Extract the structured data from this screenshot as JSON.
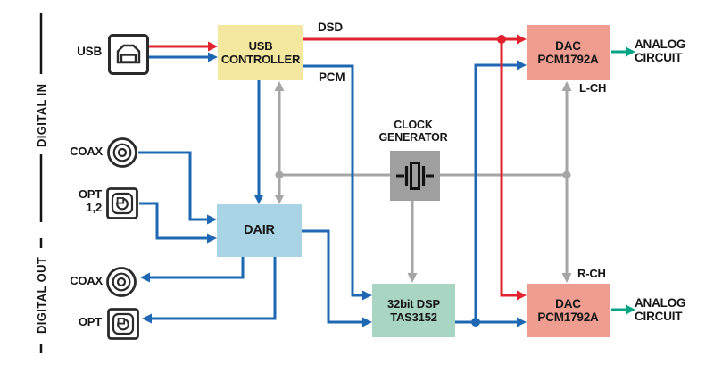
{
  "rail": {
    "digital_in": "DIGITAL IN",
    "digital_out": "DIGITAL OUT"
  },
  "connectors": {
    "usb": "USB",
    "coax_in": "COAX",
    "opt_in_line1": "OPT",
    "opt_in_line2": "1,2",
    "coax_out": "COAX",
    "opt_out": "OPT"
  },
  "blocks": {
    "usb_controller_line1": "USB",
    "usb_controller_line2": "CONTROLLER",
    "dair": "DAIR",
    "clock_line1": "CLOCK",
    "clock_line2": "GENERATOR",
    "dsp_line1": "32bit DSP",
    "dsp_line2": "TAS3152",
    "dac_l_line1": "DAC",
    "dac_l_line2": "PCM1792A",
    "dac_r_line1": "DAC",
    "dac_r_line2": "PCM1792A"
  },
  "signals": {
    "dsd": "DSD",
    "pcm": "PCM",
    "l_ch": "L-CH",
    "r_ch": "R-CH"
  },
  "analog_top": {
    "line1": "ANALOG",
    "line2": "CIRCUIT"
  },
  "analog_bottom": {
    "line1": "ANALOG",
    "line2": "CIRCUIT"
  },
  "colors": {
    "dsd_red": "#e0232e",
    "pcm_blue": "#1e68b3",
    "clock_gray": "#a6a6a6",
    "analog_teal": "#00a384",
    "usb_controller_fill": "#f4e79f",
    "dair_fill": "#a9d4e5",
    "clock_fill": "#9f9f9f",
    "dsp_fill": "#a9d6c2",
    "dac_fill": "#f09d91"
  }
}
